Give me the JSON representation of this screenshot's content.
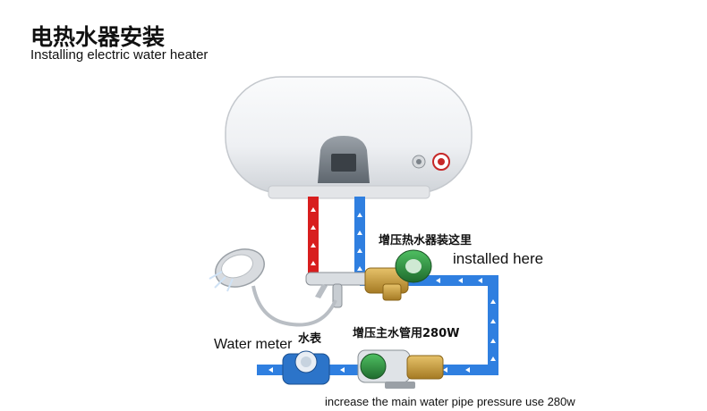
{
  "title_cn": "电热水器安装",
  "title_en": "Installing electric water heater",
  "labels": {
    "booster_cn": "增压热水器装这里",
    "installed_here": "installed here",
    "meter_cn": "水表",
    "main_cn": "增压主水管用280W",
    "water_meter": "Water meter",
    "increase": "increase the main water pipe pressure use 280w"
  },
  "colors": {
    "hot_pipe": "#d81e1e",
    "cold_pipe": "#2f7fe0",
    "tank": "#f2f3f5",
    "pump_green": "#2a8a3c"
  }
}
